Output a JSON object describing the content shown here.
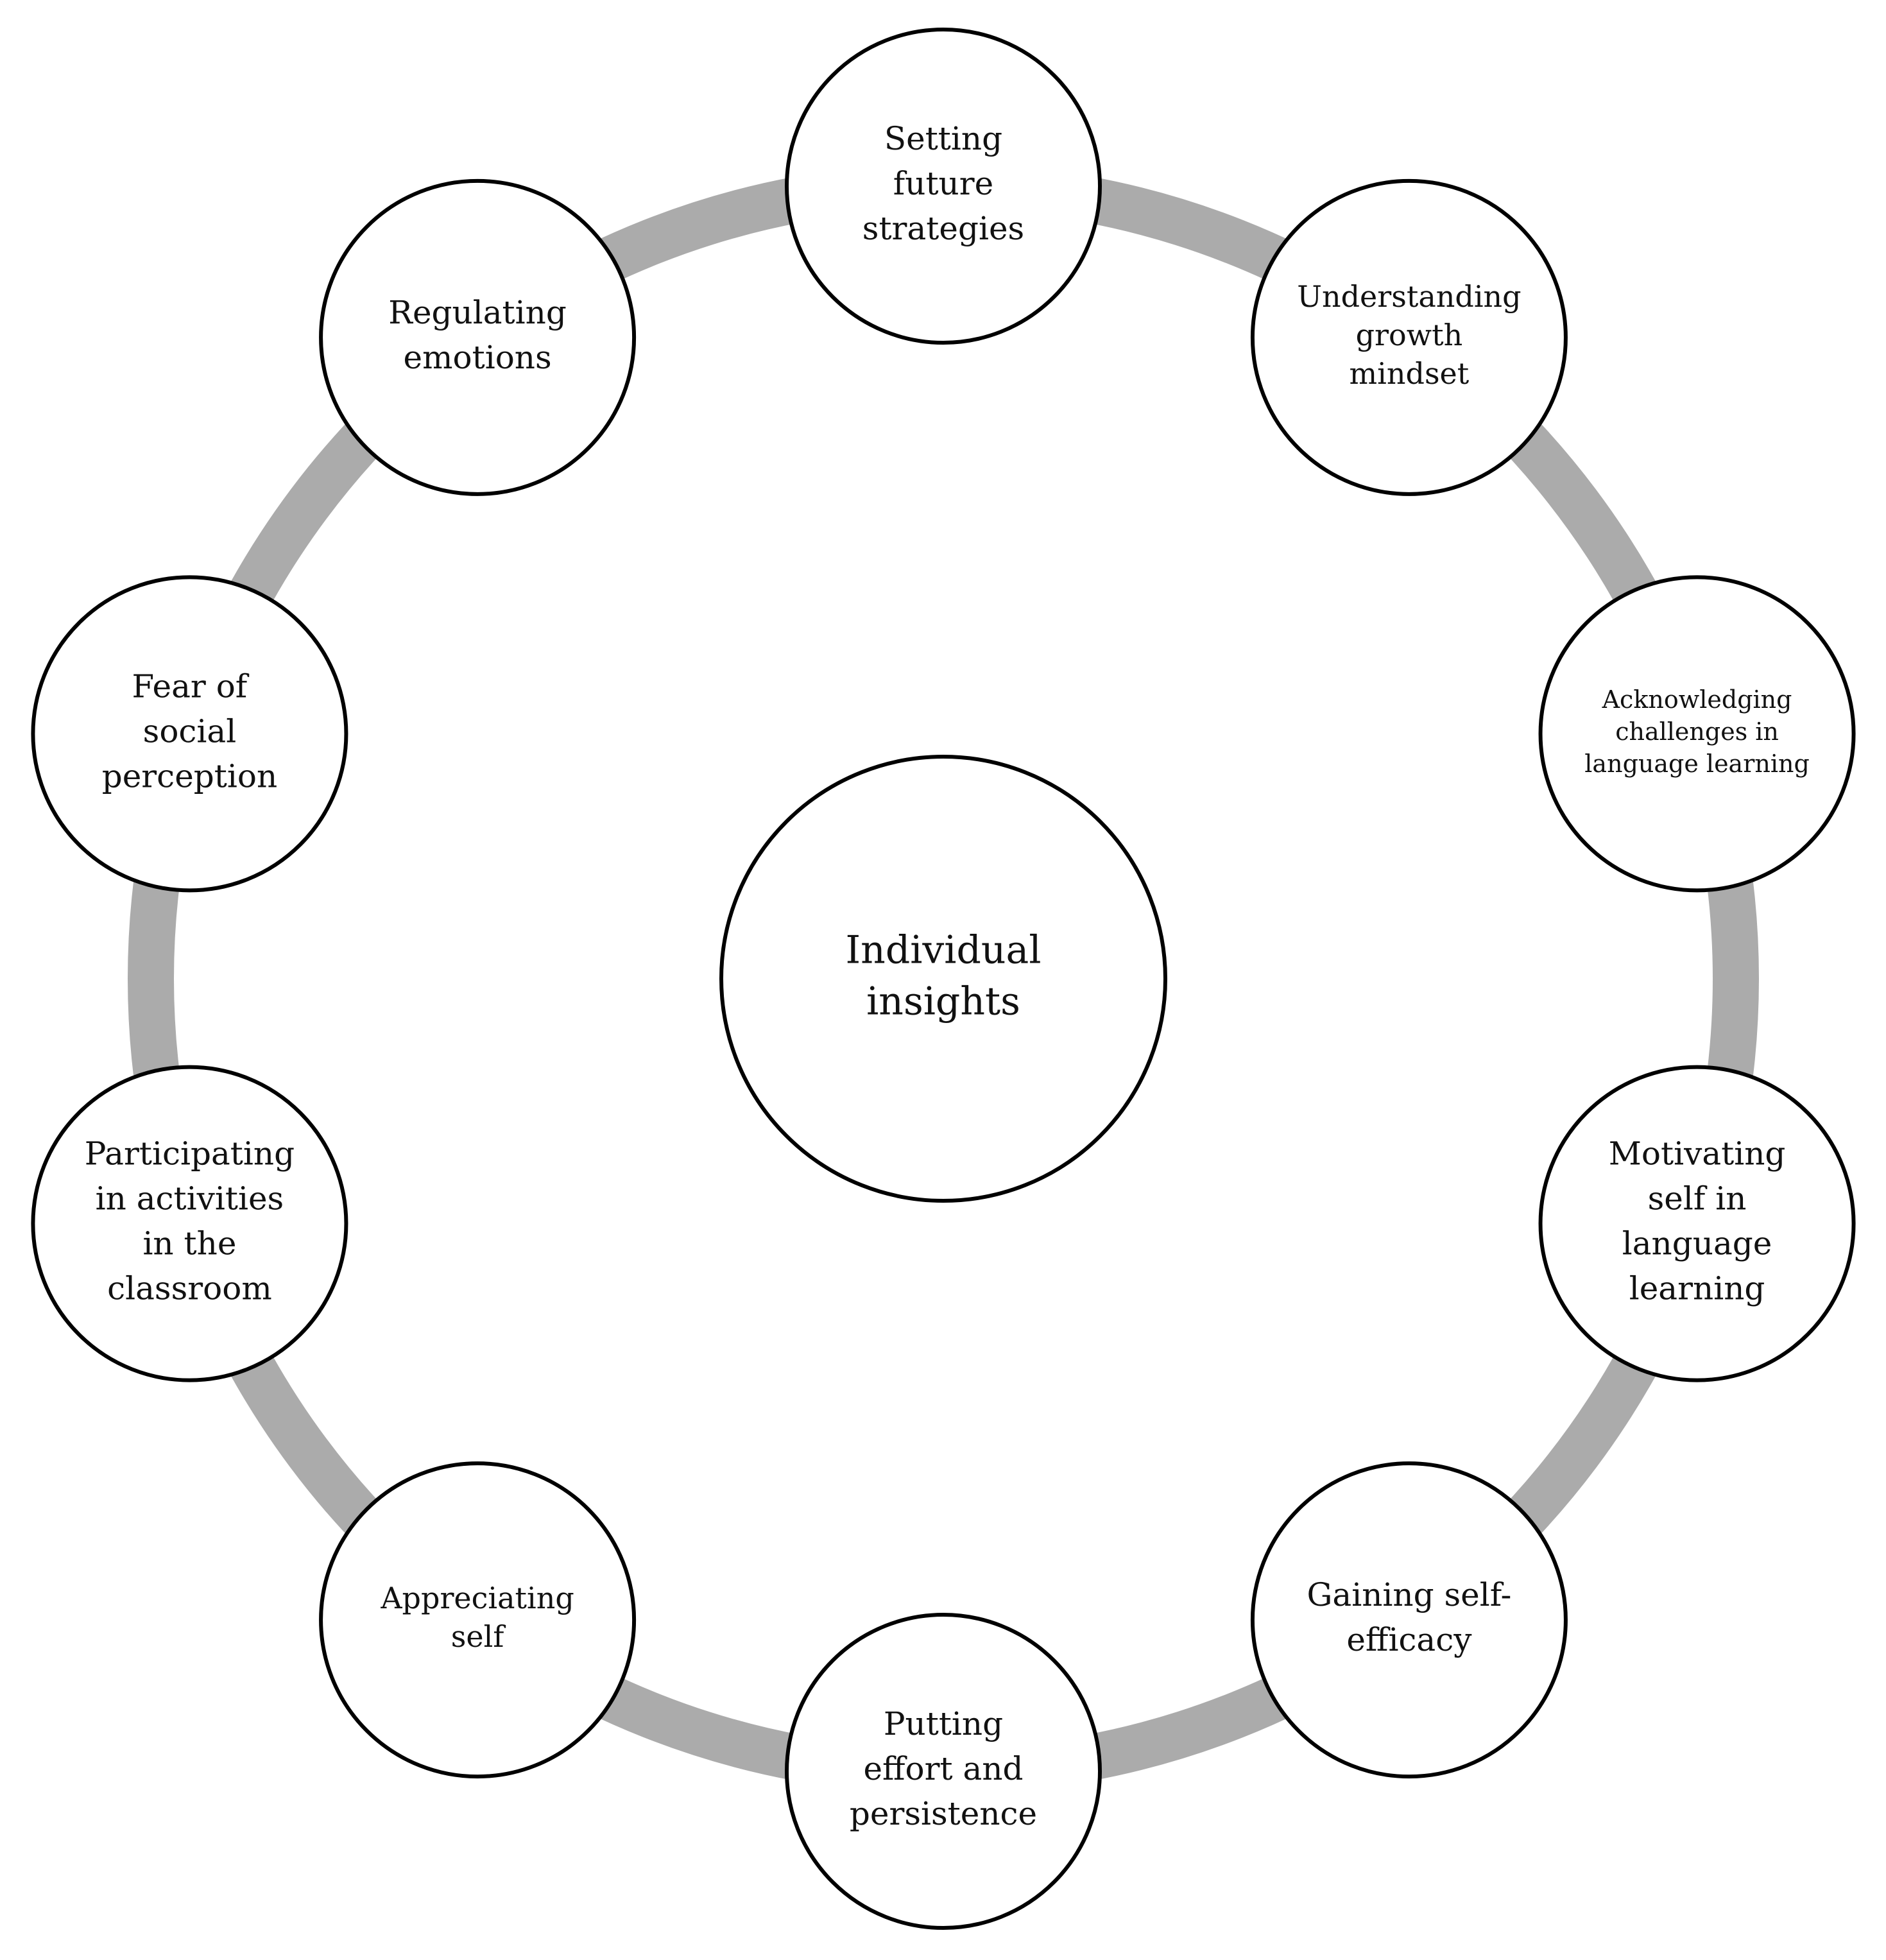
{
  "diagram": {
    "center": {
      "lines": [
        "Individual",
        "insights"
      ]
    },
    "nodes": [
      {
        "lines": [
          "Setting",
          "future",
          "strategies"
        ]
      },
      {
        "lines": [
          "Understanding",
          "growth",
          "mindset"
        ]
      },
      {
        "lines": [
          "Acknowledging",
          "challenges in",
          "language learning"
        ]
      },
      {
        "lines": [
          "Motivating",
          "self in",
          "language",
          "learning"
        ]
      },
      {
        "lines": [
          "Gaining self-",
          "efficacy"
        ]
      },
      {
        "lines": [
          "Putting",
          "effort and",
          "persistence"
        ]
      },
      {
        "lines": [
          "Appreciating",
          "self"
        ]
      },
      {
        "lines": [
          "Participating",
          "in activities",
          "in the",
          "classroom"
        ]
      },
      {
        "lines": [
          "Fear of",
          "social",
          "perception"
        ]
      },
      {
        "lines": [
          "Regulating",
          "emotions"
        ]
      }
    ],
    "colors": {
      "ring": "#ababab",
      "node_outline": "#000000",
      "node_fill": "#ffffff",
      "text": "#111111"
    }
  }
}
